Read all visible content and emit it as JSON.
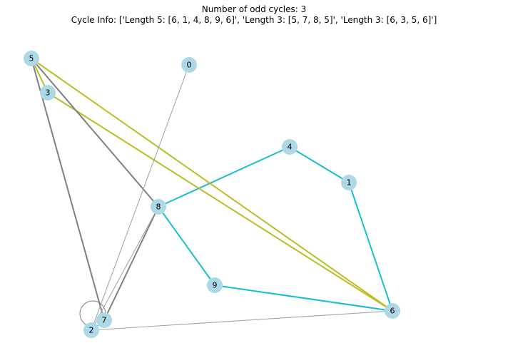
{
  "title": {
    "line1": "Number of odd cycles: 3",
    "line2": "Cycle Info: ['Length 5: [6, 1, 4, 8, 9, 6]', 'Length 3: [5, 7, 8, 5]', 'Length 3: [6, 3, 5, 6]']"
  },
  "colors": {
    "node_fill": "#add8e6",
    "cycle_cyan": "#17becf",
    "cycle_olive": "#bcbd22",
    "edge_gray_dark": "#808080",
    "edge_gray_light": "#a0a0a0"
  },
  "nodes": [
    "0",
    "1",
    "2",
    "3",
    "4",
    "5",
    "6",
    "7",
    "8",
    "9"
  ],
  "edges": [
    {
      "from": "6",
      "to": "1",
      "style": "cyan"
    },
    {
      "from": "1",
      "to": "4",
      "style": "cyan"
    },
    {
      "from": "4",
      "to": "8",
      "style": "cyan"
    },
    {
      "from": "8",
      "to": "9",
      "style": "cyan"
    },
    {
      "from": "9",
      "to": "6",
      "style": "cyan"
    },
    {
      "from": "5",
      "to": "6",
      "style": "olive"
    },
    {
      "from": "3",
      "to": "6",
      "style": "olive"
    },
    {
      "from": "5",
      "to": "3",
      "style": "olive"
    },
    {
      "from": "5",
      "to": "8",
      "style": "dark"
    },
    {
      "from": "5",
      "to": "7",
      "style": "dark"
    },
    {
      "from": "7",
      "to": "8",
      "style": "dark"
    },
    {
      "from": "0",
      "to": "2",
      "style": "light"
    },
    {
      "from": "2",
      "to": "8",
      "style": "light"
    },
    {
      "from": "2",
      "to": "6",
      "style": "light"
    },
    {
      "from": "7",
      "to": "7",
      "style": "loop"
    }
  ]
}
